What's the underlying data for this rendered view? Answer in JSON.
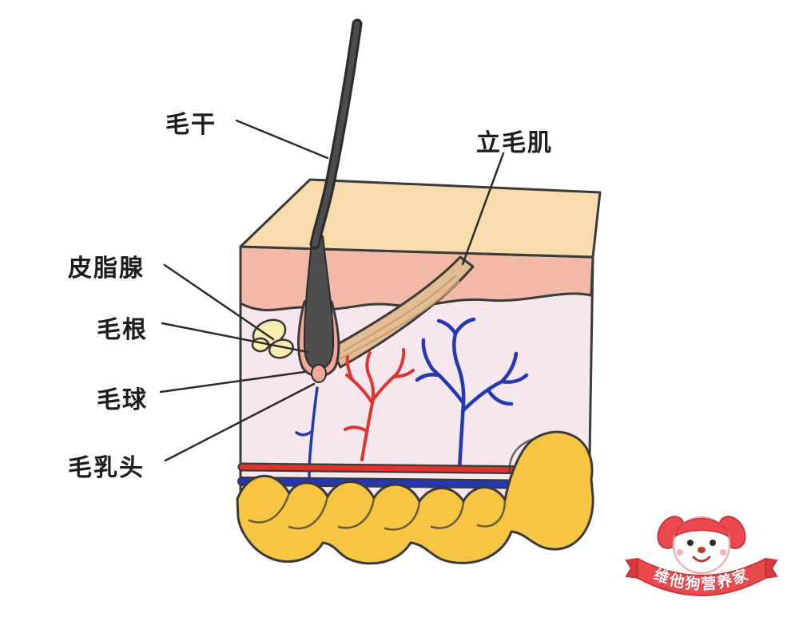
{
  "diagram": {
    "labels": {
      "hair_shaft": "毛干",
      "arrector_pili": "立毛肌",
      "sebaceous_gland": "皮脂腺",
      "hair_root": "毛根",
      "hair_bulb": "毛球",
      "hair_papilla": "毛乳头"
    },
    "colors": {
      "outline": "#3a3a3a",
      "skin_top": "#f8dcae",
      "epidermis": "#f2b9a6",
      "dermis": "#f6e7ee",
      "fat": "#f6c544",
      "artery": "#e0342c",
      "vein": "#2438b4",
      "hair": "#4d4d4d",
      "sebaceous": "#f8edb0",
      "muscle": "#e2bd93",
      "follicle": "#f2a79a"
    }
  },
  "logo": {
    "text": "维他狗营养家",
    "banner_color": "#e8484e"
  }
}
